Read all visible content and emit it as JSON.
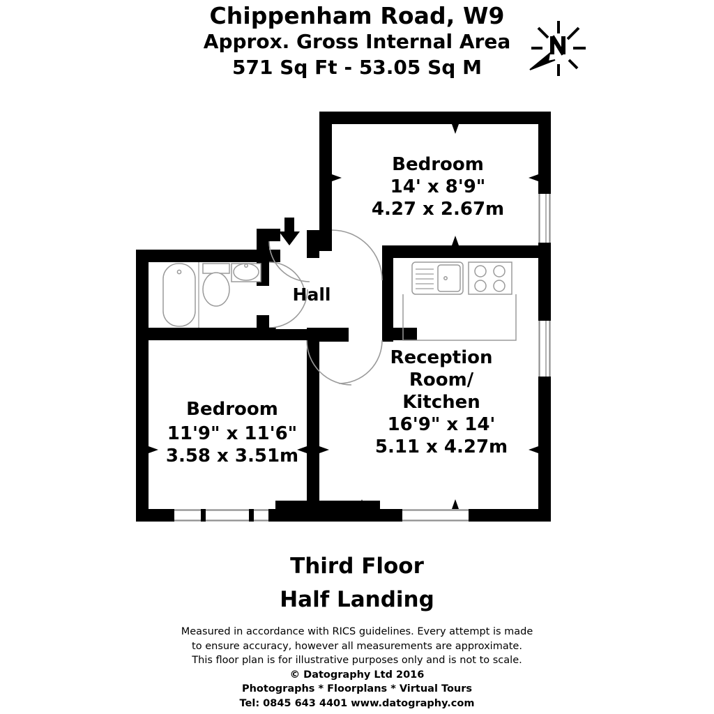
{
  "header": {
    "property_title": "Chippenham Road, W9",
    "area_label": "Approx. Gross Internal Area",
    "area_value": "571 Sq Ft  -  53.05 Sq M"
  },
  "compass": {
    "icon": "compass-north-icon",
    "letter": "N"
  },
  "floor_plan": {
    "rooms": [
      {
        "key": "bedroom_main",
        "name": "Bedroom",
        "imperial": "14' x 8'9\"",
        "metric": "4.27 x 2.67m"
      },
      {
        "key": "hall",
        "name": "Hall",
        "imperial": "",
        "metric": ""
      },
      {
        "key": "bedroom_second",
        "name": "Bedroom",
        "imperial": "11'9\" x 11'6\"",
        "metric": "3.58 x 3.51m"
      },
      {
        "key": "reception_kitchen",
        "name_line1": "Reception",
        "name_line2": "Room/",
        "name_line3": "Kitchen",
        "imperial": "16'9\" x 14'",
        "metric": "5.11 x 4.27m"
      },
      {
        "key": "bathroom",
        "name": "",
        "imperial": "",
        "metric": ""
      }
    ],
    "fixtures": [
      "bathtub-icon",
      "toilet-icon",
      "washbasin-icon",
      "kitchen-sink-icon",
      "hob-icon",
      "kitchen-counter-icon"
    ],
    "colors": {
      "wall": "#000000",
      "fill": "#ffffff",
      "fixture_outline": "#9a9a9a",
      "window": "#8f8f8f",
      "door_swing": "#9a9a9a"
    }
  },
  "floor_caption": {
    "line1": "Third Floor",
    "line2": "Half Landing"
  },
  "footer": {
    "line1": "Measured in accordance with RICS guidelines. Every attempt is made",
    "line2": "to ensure accuracy, however all measurements are approximate.",
    "line3": "This floor plan is for illustrative purposes only and is not to scale.",
    "line4": "© Datography Ltd 2016",
    "line5": "Photographs * Floorplans * Virtual Tours",
    "line6": "Tel: 0845 643 4401 www.datography.com"
  }
}
